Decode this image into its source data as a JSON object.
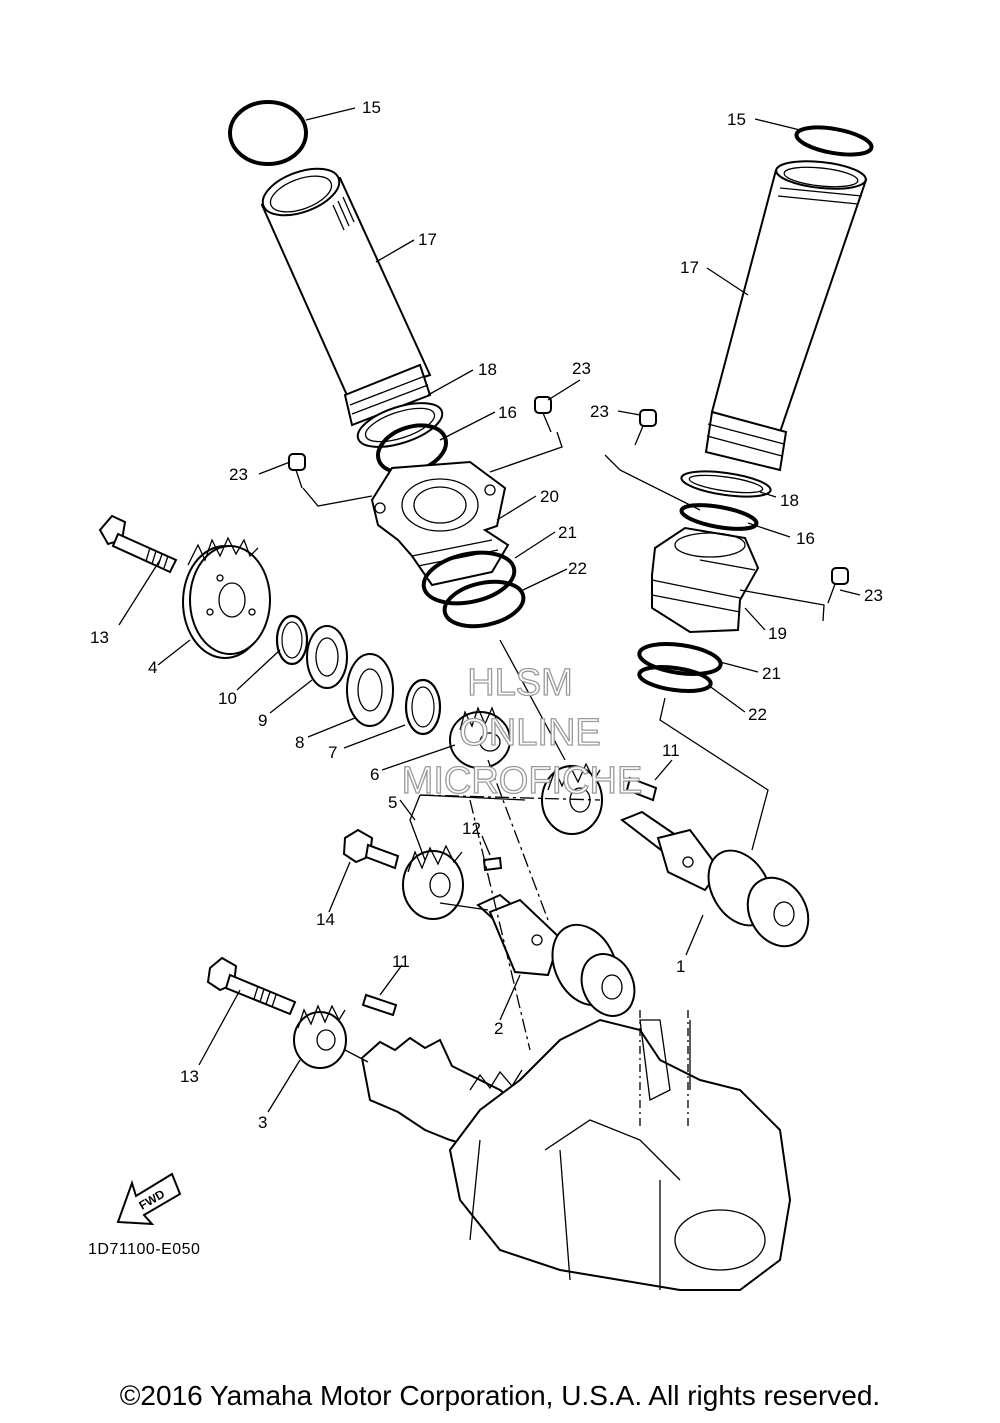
{
  "callouts": {
    "c15a": "15",
    "c15b": "15",
    "c17a": "17",
    "c17b": "17",
    "c18a": "18",
    "c18b": "18",
    "c16a": "16",
    "c16b": "16",
    "c23a": "23",
    "c23b": "23",
    "c23c": "23",
    "c23d": "23",
    "c20": "20",
    "c21a": "21",
    "c21b": "21",
    "c22a": "22",
    "c22b": "22",
    "c19": "19",
    "c13a": "13",
    "c13b": "13",
    "c4": "4",
    "c10": "10",
    "c9": "9",
    "c8": "8",
    "c7": "7",
    "c6": "6",
    "c5": "5",
    "c11a": "11",
    "c11b": "11",
    "c12": "12",
    "c14": "14",
    "c1": "1",
    "c2": "2",
    "c3": "3"
  },
  "watermark": {
    "line1": "HLSM",
    "line2": "ONLINE",
    "line3": "MICROFICHE"
  },
  "fwd_arrow": "FWD",
  "diagram_code": "1D71100-E050",
  "copyright": "©2016 Yamaha Motor Corporation, U.S.A. All rights reserved."
}
